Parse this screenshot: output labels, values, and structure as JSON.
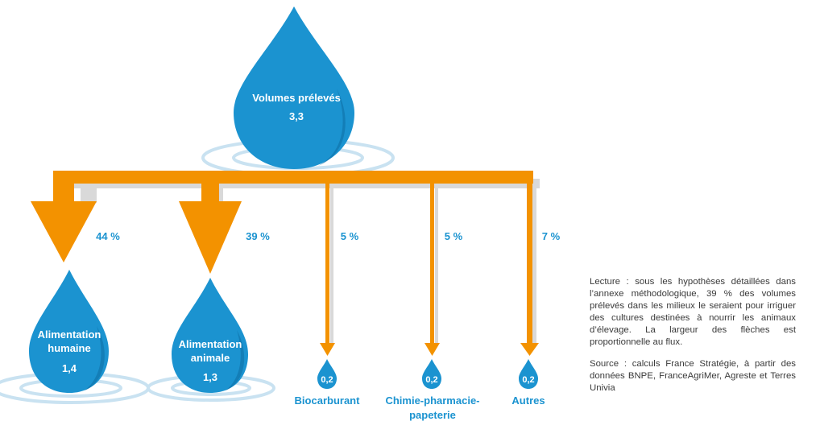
{
  "colors": {
    "water": "#1b93d0",
    "water_dark": "#0f6fa6",
    "arrow": "#f39200",
    "shadow": "#d9d9d9",
    "ripple": "#c9e2f1"
  },
  "source": {
    "label": "Volumes prélevés",
    "value": "3,3"
  },
  "branches": [
    {
      "percent": "44 %",
      "label_lines": [
        "Alimentation",
        "humaine"
      ],
      "value": "1,4",
      "share": 0.44
    },
    {
      "percent": "39 %",
      "label_lines": [
        "Alimentation",
        "animale"
      ],
      "value": "1,3",
      "share": 0.39
    },
    {
      "percent": "5 %",
      "name_lines": [
        "Biocarburant"
      ],
      "value": "0,2",
      "share": 0.05
    },
    {
      "percent": "5 %",
      "name_lines": [
        "Chimie-pharmacie-",
        "papeterie"
      ],
      "value": "0,2",
      "share": 0.05
    },
    {
      "percent": "7 %",
      "name_lines": [
        "Autres"
      ],
      "value": "0,2",
      "share": 0.07
    }
  ],
  "notes": {
    "lecture": "Lecture : sous les hypothèses détaillées dans l’annexe méthodologique, 39 % des volumes prélevés dans les milieux le seraient pour irriguer des cultures destinées à nourrir les animaux d’élevage. La largeur des flèches est proportionnelle au flux.",
    "source": "Source : calculs France Stratégie, à partir des données BNPE, FranceAgriMer, Agreste et Terres Univia"
  }
}
